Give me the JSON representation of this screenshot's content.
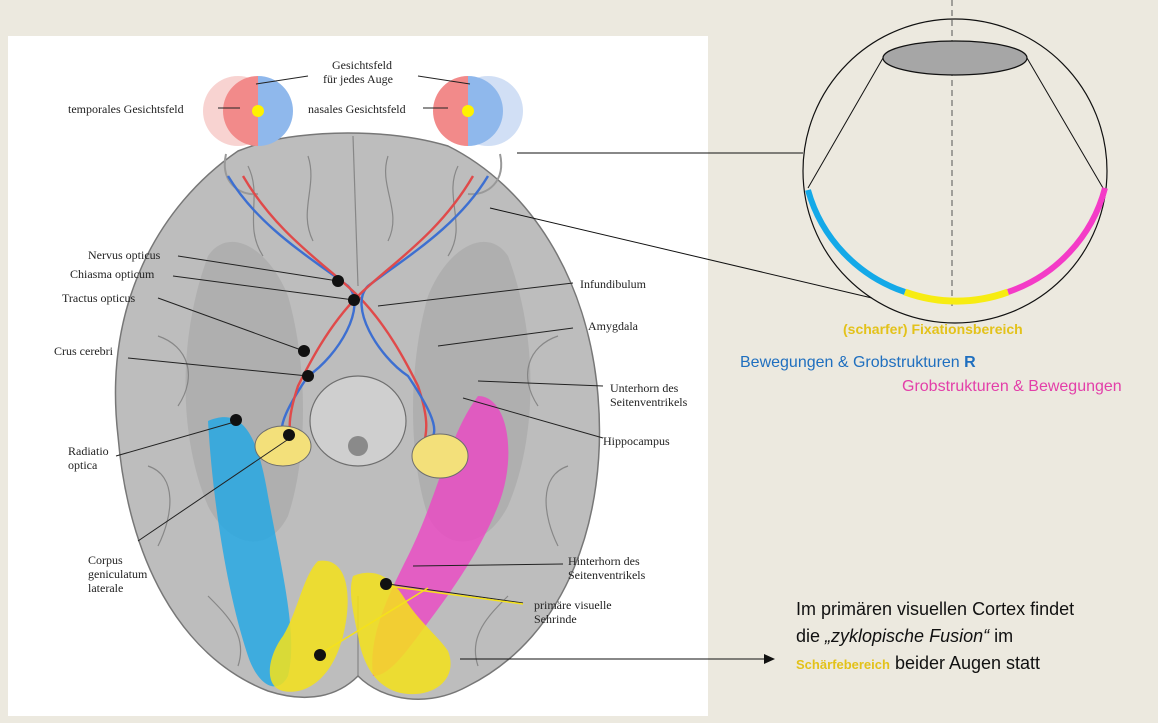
{
  "figure": {
    "labels": {
      "gesichtsfeld": "Gesichtsfeld",
      "fuer_jedes_auge": "für jedes Auge",
      "temporales": "temporales Gesichtsfeld",
      "nasales": "nasales Gesichtsfeld",
      "nervus_opticus": "Nervus opticus",
      "chiasma_opticum": "Chiasma opticum",
      "tractus_opticus": "Tractus opticus",
      "crus_cerebri": "Crus cerebri",
      "radiatio": "Radiatio",
      "optica": "optica",
      "corpus": "Corpus",
      "geniculatum": "geniculatum",
      "laterale": "laterale",
      "infundibulum": "Infundibulum",
      "amygdala": "Amygdala",
      "unterhorn": "Unterhorn des",
      "seitenventrikels_1": "Seitenventrikels",
      "hippocampus": "Hippocampus",
      "hinterhorn": "Hinterhorn des",
      "seitenventrikels_2": "Seitenventrikels",
      "primaere": "primäre visuelle",
      "sehrinde": "Sehrinde"
    }
  },
  "eye_diagram": {
    "fixation_label": "(scharfer) Fixationsbereich",
    "blue_label": "Bewegungen & Grobstrukturen",
    "blue_label_suffix": "R",
    "pink_label": "Grobstrukturen & Bewegungen"
  },
  "cortex_note": {
    "line1": "Im primären visuellen Cortex findet",
    "line2_prefix": "die ",
    "line2_italic": "„zyklopische Fusion“",
    "line2_suffix": " im",
    "line3_highlight": "Schärfebereich",
    "line3_suffix": " beider Augen statt"
  },
  "colors": {
    "background": "#ece9df",
    "blue": "#1ea7e6",
    "magenta": "#f03fc6",
    "yellow": "#f5e21a",
    "label_yellow": "#e3c21a",
    "text_blue": "#1f6fbf",
    "text_pink": "#e33fa9"
  }
}
